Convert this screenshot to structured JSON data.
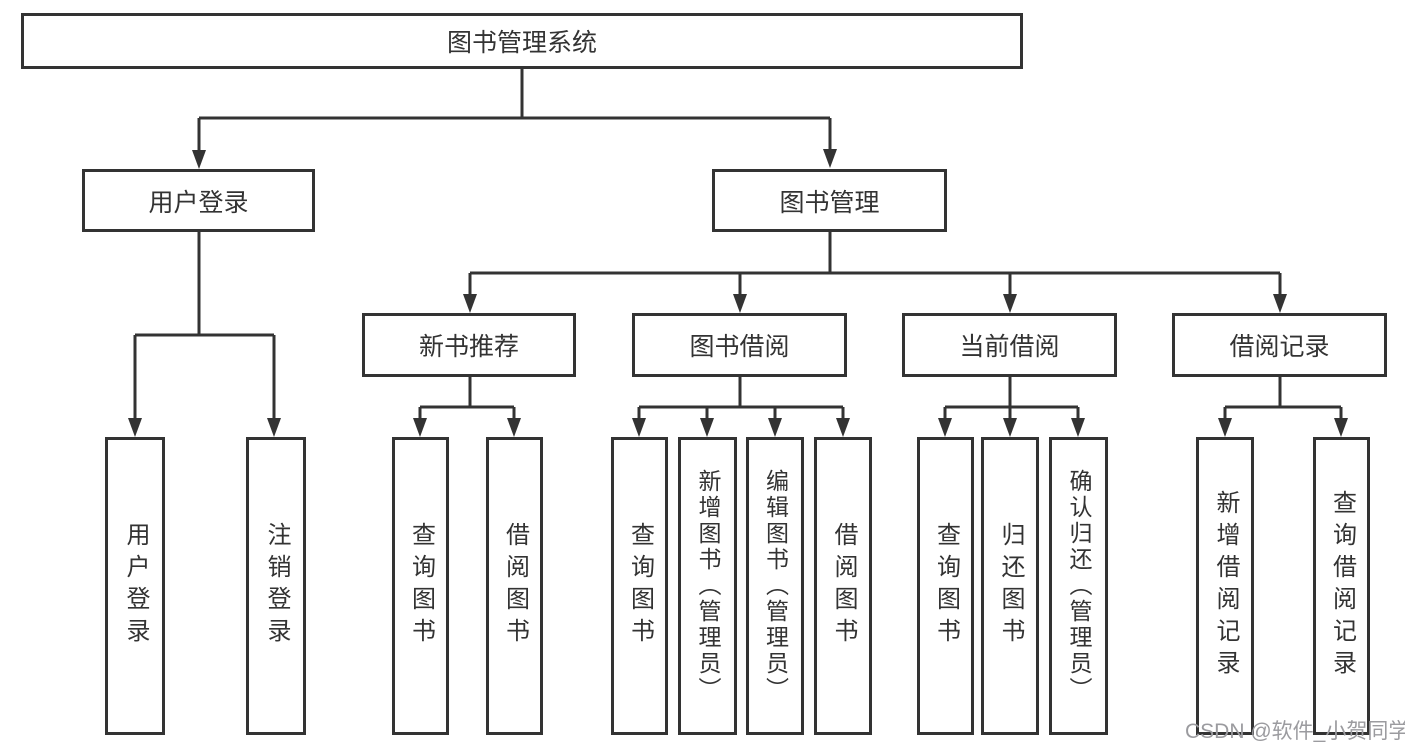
{
  "diagram": {
    "root": {
      "label": "图书管理系统",
      "children": [
        {
          "label": "用户登录",
          "children": [
            {
              "label": "用户登录"
            },
            {
              "label": "注销登录"
            }
          ]
        },
        {
          "label": "图书管理",
          "children": [
            {
              "label": "新书推荐",
              "children": [
                {
                  "label": "查询图书"
                },
                {
                  "label": "借阅图书"
                }
              ]
            },
            {
              "label": "图书借阅",
              "children": [
                {
                  "label": "查询图书"
                },
                {
                  "label": "新增图书（管理员）"
                },
                {
                  "label": "编辑图书（管理员）"
                },
                {
                  "label": "借阅图书"
                }
              ]
            },
            {
              "label": "当前借阅",
              "children": [
                {
                  "label": "查询图书"
                },
                {
                  "label": "归还图书"
                },
                {
                  "label": "确认归还（管理员）"
                }
              ]
            },
            {
              "label": "借阅记录",
              "children": [
                {
                  "label": "新增借阅记录"
                },
                {
                  "label": "查询借阅记录"
                }
              ]
            }
          ]
        }
      ]
    },
    "watermark": "CSDN @软件_小贺同学",
    "colors": {
      "line": "#333333",
      "box_border": "#333333",
      "text": "#333333",
      "watermark": "#9b9b9f",
      "background": "#ffffff"
    }
  }
}
